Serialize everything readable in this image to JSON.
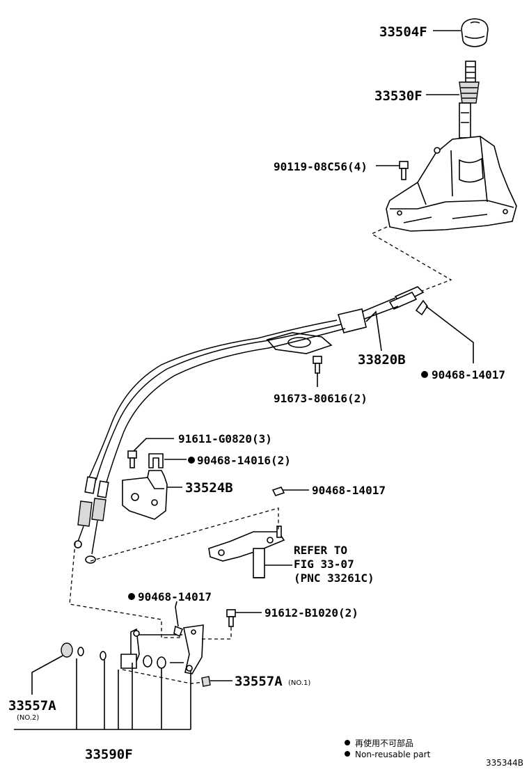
{
  "diagram": {
    "callouts": {
      "shift_knob": "33504F",
      "lever_boot": "33530F",
      "base_bolt": "90119-08C56(4)",
      "cable_assy": "33820B",
      "clip_upper": "90468-14017",
      "cable_bolt": "91673-80616(2)",
      "bracket_bolt": "91611-G0820(3)",
      "clip_pair": "90468-14016(2)",
      "bracket": "33524B",
      "clip_mid": "90468-14017",
      "refer_line1": "REFER TO",
      "refer_line2": "FIG 33-07",
      "refer_line3": "(PNC 33261C)",
      "clip_lower": "90468-14017",
      "lower_bolt": "91612-B1020(2)",
      "retainer_no1": "33557A",
      "retainer_no1_sub": "(NO.1)",
      "retainer_no2": "33557A",
      "retainer_no2_sub": "(NO.2)",
      "kit": "33590F"
    },
    "legend": {
      "line_jp": "再使用不可部品",
      "line_en": "Non-reusable part"
    },
    "figure_code": "335344B"
  }
}
